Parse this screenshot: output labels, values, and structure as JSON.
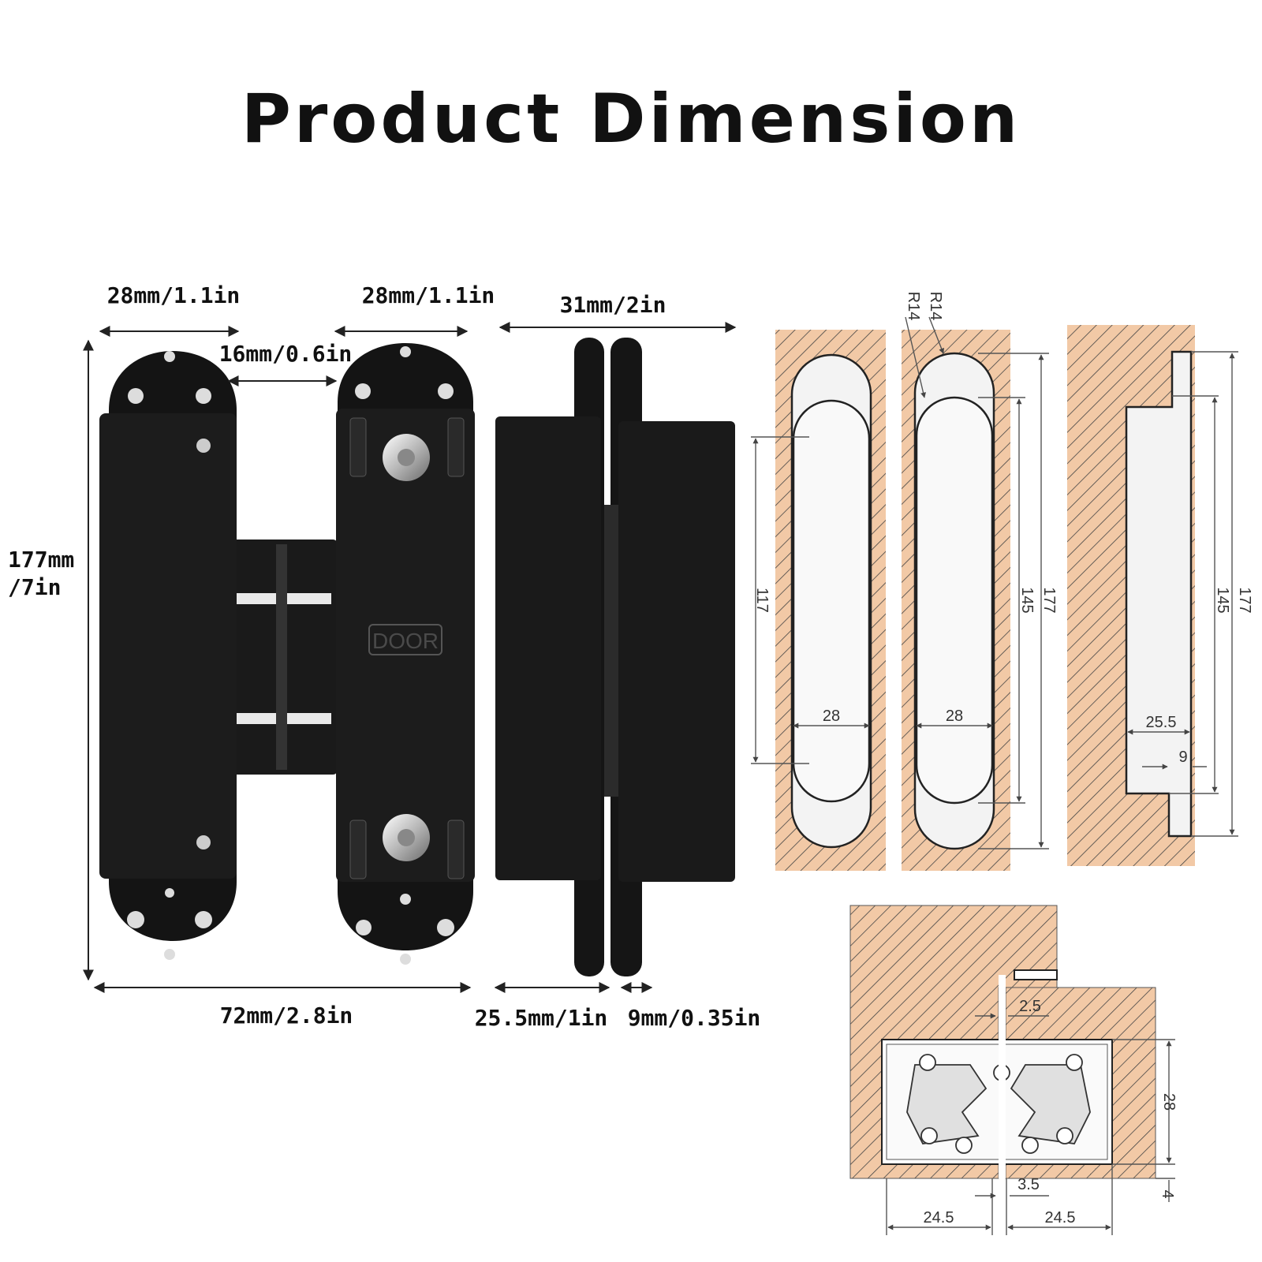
{
  "title": "Product Dimension",
  "colors": {
    "wood": "#f2c9a6",
    "hatch": "#333333",
    "hinge": "#141414",
    "steel": "#c8c8c8",
    "recess": "#f2f2f2"
  },
  "photo_labels": {
    "width_left_leaf": "28mm/1.1in",
    "width_right_leaf": "28mm/1.1in",
    "gap": "16mm/0.6in",
    "depth_total": "31mm/2in",
    "height_line1": "177mm",
    "height_line2": "/7in",
    "total_width": "72mm/2.8in",
    "body_depth": "25.5mm/1in",
    "flange": "9mm/0.35in",
    "door_stamp": "DOOR"
  },
  "drawing_labels": {
    "d117": "117",
    "d28_a": "28",
    "r14_a": "R14",
    "r14_b": "R14",
    "d145_a": "145",
    "d177_a": "177",
    "d28_b": "28",
    "d145_b": "145",
    "d177_b": "177",
    "d25_5": "25.5",
    "d9": "9",
    "d2_5": "2.5",
    "d28_c": "28",
    "d3_5": "3.5",
    "d4": "4",
    "d24_5_left": "24.5",
    "d24_5_right": "24.5"
  }
}
